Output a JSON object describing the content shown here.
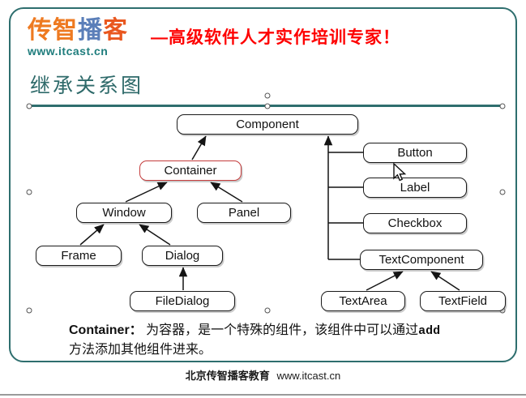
{
  "colors": {
    "slide_border_teal": "#2E6E6E",
    "title_teal": "#2E6A6A",
    "slogan_red": "#FE0000",
    "logo_orange": "#EE7A21",
    "logo_blue": "#5B7FB9",
    "logo_url_teal": "#1F7D7D",
    "highlight_box_red": "#C43C3C"
  },
  "header": {
    "logo_chars": [
      "传",
      "智",
      "播",
      "客"
    ],
    "logo_url": "www.itcast.cn",
    "slogan": "—高级软件人才实作培训专家！"
  },
  "slide": {
    "title": "继承关系图"
  },
  "diagram": {
    "nodes": [
      {
        "id": "component",
        "label": "Component"
      },
      {
        "id": "container",
        "label": "Container",
        "highlighted": true
      },
      {
        "id": "button",
        "label": "Button"
      },
      {
        "id": "label",
        "label": "Label"
      },
      {
        "id": "checkbox",
        "label": "Checkbox"
      },
      {
        "id": "textcomponent",
        "label": "TextComponent"
      },
      {
        "id": "window",
        "label": "Window"
      },
      {
        "id": "panel",
        "label": "Panel"
      },
      {
        "id": "frame",
        "label": "Frame"
      },
      {
        "id": "dialog",
        "label": "Dialog"
      },
      {
        "id": "filedialog",
        "label": "FileDialog"
      },
      {
        "id": "textarea",
        "label": "TextArea"
      },
      {
        "id": "textfield",
        "label": "TextField"
      }
    ],
    "edges": [
      {
        "from": "Container",
        "to": "Component"
      },
      {
        "from": "Button",
        "to": "Component"
      },
      {
        "from": "Label",
        "to": "Component"
      },
      {
        "from": "Checkbox",
        "to": "Component"
      },
      {
        "from": "TextComponent",
        "to": "Component"
      },
      {
        "from": "Window",
        "to": "Container"
      },
      {
        "from": "Panel",
        "to": "Container"
      },
      {
        "from": "Frame",
        "to": "Window"
      },
      {
        "from": "Dialog",
        "to": "Window"
      },
      {
        "from": "FileDialog",
        "to": "Dialog"
      },
      {
        "from": "TextArea",
        "to": "TextComponent"
      },
      {
        "from": "TextField",
        "to": "TextComponent"
      }
    ]
  },
  "note": {
    "term": "Container：",
    "line1": "为容器，是一个特殊的组件，该组件中可以通过",
    "code": "add",
    "line2": "方法添加其他组件进来。"
  },
  "footer": {
    "name": "北京传智播客教育",
    "url": "www.itcast.cn"
  }
}
